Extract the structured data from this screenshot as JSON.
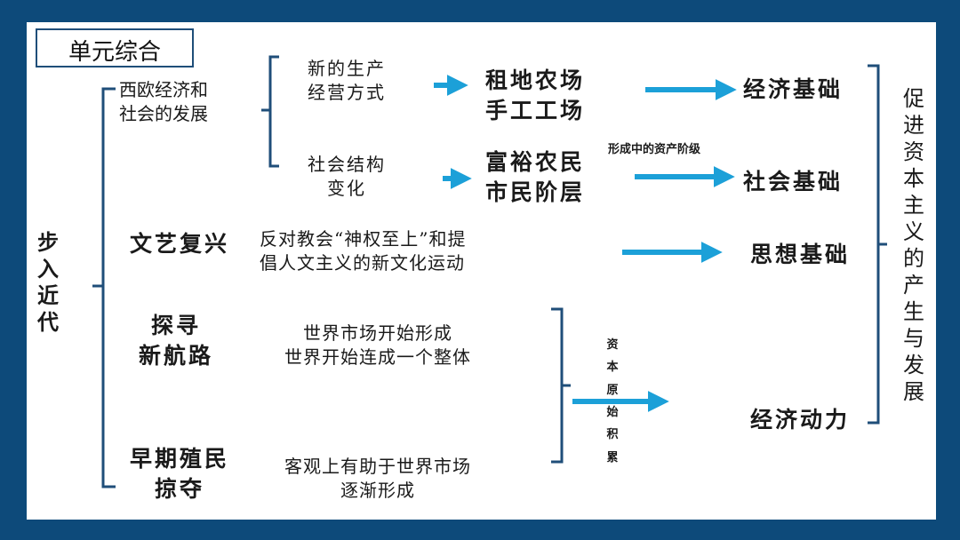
{
  "title": "单元综合",
  "root": "步入近代",
  "right_label": "促进资本主义的产生与发展",
  "rows": {
    "west_econ": "西欧经济和\n社会的发展",
    "new_mode": "新的生产\n经营方式",
    "farm": "租地农场\n手工工场",
    "econ_base": "经济基础",
    "social_change": "社会结构\n变化",
    "rich": "富裕农民\n市民阶层",
    "bourgeoisie": "形成中的资产阶级",
    "social_base": "社会基础",
    "renaissance": "文艺复兴",
    "renaissance_desc": "反对教会“神权至上”和提\n倡人文主义的新文化运动",
    "thought_base": "思想基础",
    "explore": "探寻\n新航路",
    "explore_desc": "世界市场开始形成\n世界开始连成一个整体",
    "capital": "资本原始积累",
    "econ_power": "经济动力",
    "colonial": "早期殖民\n掠夺",
    "colonial_desc": "客观上有助于世界市场\n逐渐形成"
  },
  "colors": {
    "frame": "#0d4a7a",
    "arrow": "#1ca0d8",
    "bracket": "#1f4e79"
  }
}
